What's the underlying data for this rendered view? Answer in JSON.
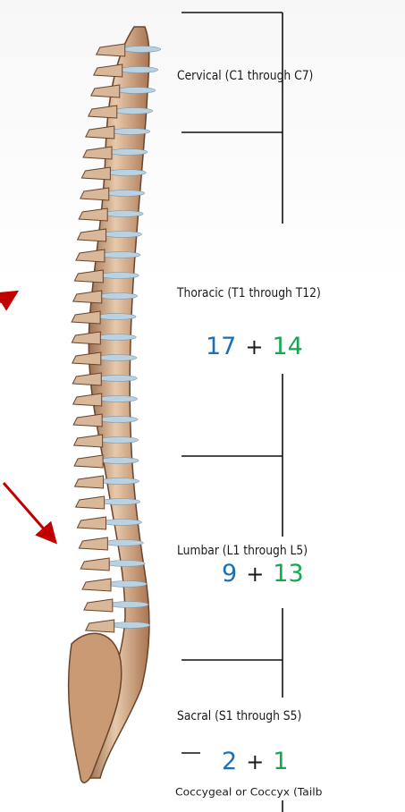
{
  "labels": {
    "cervical": "Cervical (C1 through C7)",
    "thoracic": "Thoracic (T1 through T12)",
    "lumbar": "Lumbar (L1 through L5)",
    "sacral": "Sacral (S1 through S5)",
    "coccygeal": "Coccygeal or Coccyx (Tailb"
  },
  "sums": {
    "thoracic": {
      "a": "17",
      "op": "+",
      "b": "14"
    },
    "lumbar": {
      "a": "9",
      "op": "+",
      "b": "13"
    },
    "sacral": {
      "a": "2",
      "op": "+",
      "b": "1"
    }
  },
  "colors": {
    "blue": "#1a6fb5",
    "green": "#13a84f",
    "arrow": "#c00000",
    "bone": "#d9b89a",
    "disc": "#b9d1e0"
  }
}
